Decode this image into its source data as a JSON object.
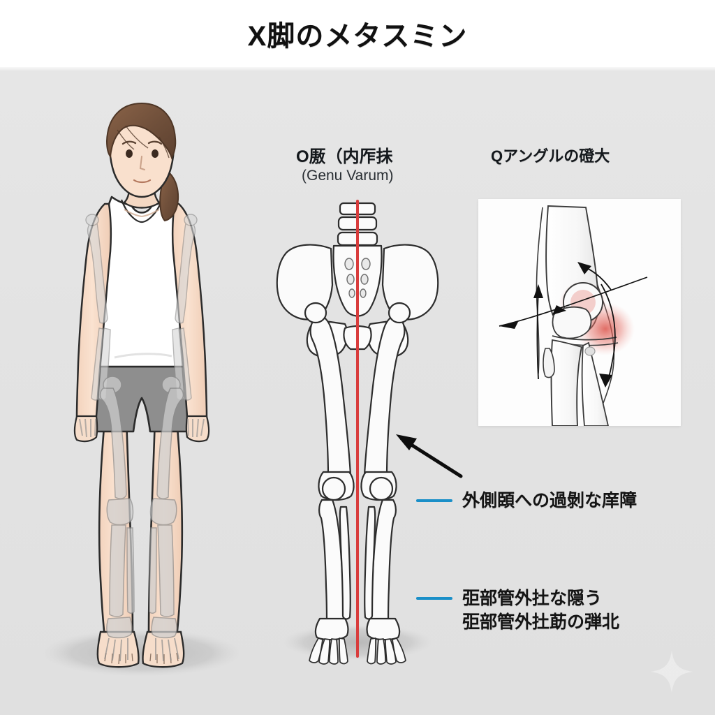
{
  "page": {
    "title": "X脚のメタスミン",
    "background_color": "#e3e3e3",
    "title_band_color": "#ffffff"
  },
  "headings": {
    "left_main": "O厫（内厏抺",
    "left_sub": "(Genu Varum)",
    "right_main": "Qアングルの磴大"
  },
  "callouts": [
    {
      "id": "callout-1",
      "rule_color": "#1a8fc8",
      "lines": [
        "外側頣への過剝な庠障"
      ]
    },
    {
      "id": "callout-2",
      "rule_color": "#1a8fc8",
      "lines": [
        "弡部管外扗な隠う",
        "弡部管外扗莇の弾北"
      ]
    }
  ],
  "figures": {
    "woman": {
      "name": "standing-woman-with-skeleton-overlay",
      "hair_color": "#7a5741",
      "skin_color": "#f7ddc9",
      "top_color": "#ffffff",
      "shorts_color": "#8e8e8e",
      "bone_color": "#d8d8d8",
      "shadow_color": "#c9c9c9"
    },
    "skeleton": {
      "name": "pelvis-and-legs-skeleton",
      "bone_fill": "#fbfbfb",
      "outline_color": "#2d2d2d",
      "plumb_line_color": "#d93c3c",
      "plumb_line_label": "vertical-alignment-line",
      "shadow_color": "#c9c9c9"
    },
    "knee_inset": {
      "name": "lateral-knee-joint-diagram",
      "panel_color": "#fdfdfd",
      "bone_fill": "#fafafa",
      "outline_color": "#3a3a3a",
      "inflammation_color": "#e36b63",
      "arrow_color": "#111111",
      "arrow_count": 4
    },
    "pointer_arrow": {
      "name": "femur-pointer-arrow",
      "color": "#0d0d0d"
    },
    "sparkle": {
      "name": "sparkle-watermark",
      "color": "#f4f4f4"
    }
  }
}
